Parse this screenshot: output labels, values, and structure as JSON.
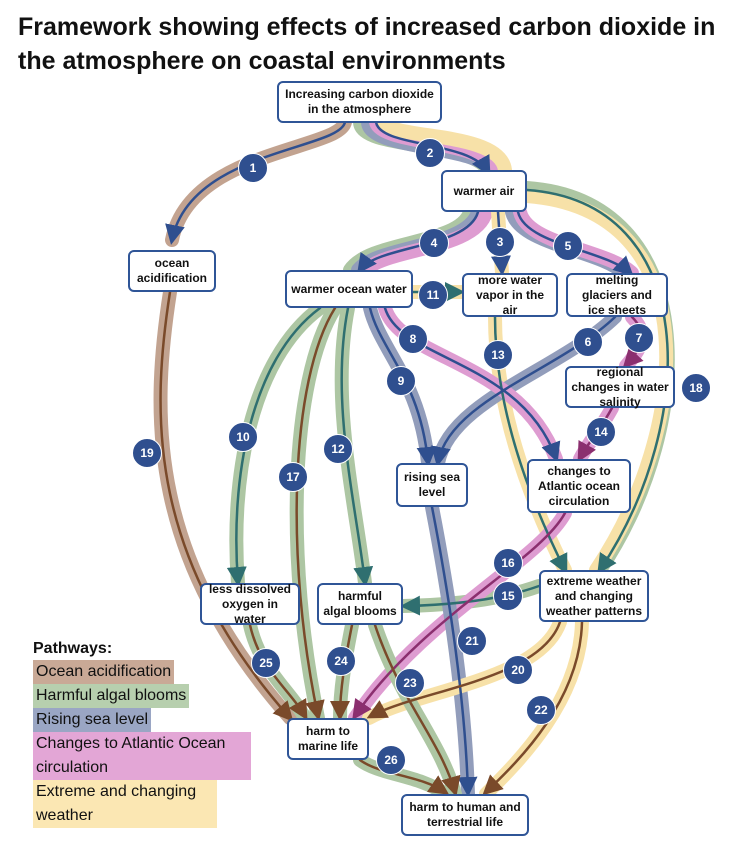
{
  "title": "Framework showing effects of increased carbon dioxide in the atmosphere on coastal environments",
  "nodes": {
    "co2": "Increasing carbon dioxide in the atmosphere",
    "warmer_air": "warmer air",
    "ocean_acidification": "ocean acidification",
    "warmer_ocean_water": "warmer ocean water",
    "more_water_vapor": "more water vapor in the air",
    "melting_glaciers": "melting glaciers and ice sheets",
    "regional_salinity": "regional changes in water salinity",
    "rising_sea_level": "rising sea level",
    "atlantic_circulation": "changes to Atlantic ocean circulation",
    "less_oxygen": "less dissolved oxygen in water",
    "harmful_blooms": "harmful algal blooms",
    "extreme_weather": "extreme weather and changing weather patterns",
    "harm_marine": "harm to marine life",
    "harm_human": "harm to human and terrestrial life"
  },
  "badges": [
    "1",
    "2",
    "3",
    "4",
    "5",
    "6",
    "7",
    "8",
    "9",
    "10",
    "11",
    "12",
    "13",
    "14",
    "15",
    "16",
    "17",
    "18",
    "19",
    "20",
    "21",
    "22",
    "23",
    "24",
    "25",
    "26"
  ],
  "legend": {
    "title": "Pathways:",
    "items": [
      {
        "label": "Ocean acidification",
        "color": "#c9a996"
      },
      {
        "label": "Harmful algal blooms",
        "color": "#b7cfae"
      },
      {
        "label": "Rising sea level",
        "color": "#9aa6c4"
      },
      {
        "label": "Changes to Atlantic Ocean circulation",
        "color": "#e3a6d6"
      },
      {
        "label": "Extreme and changing weather",
        "color": "#fbe7b3"
      }
    ]
  },
  "colors": {
    "acidification": "#b8937d",
    "algal": "#9fbd93",
    "sealevel": "#7f8cb0",
    "atlantic": "#d98bca",
    "weather": "#f6dc9a",
    "arrow_dark": "#2f4f8f",
    "arrow_brown": "#7a4a2a",
    "arrow_teal": "#2f6f70",
    "arrow_purple": "#8b2f6f",
    "node_border": "#2f5597",
    "badge_fill": "#2f4f8f"
  }
}
